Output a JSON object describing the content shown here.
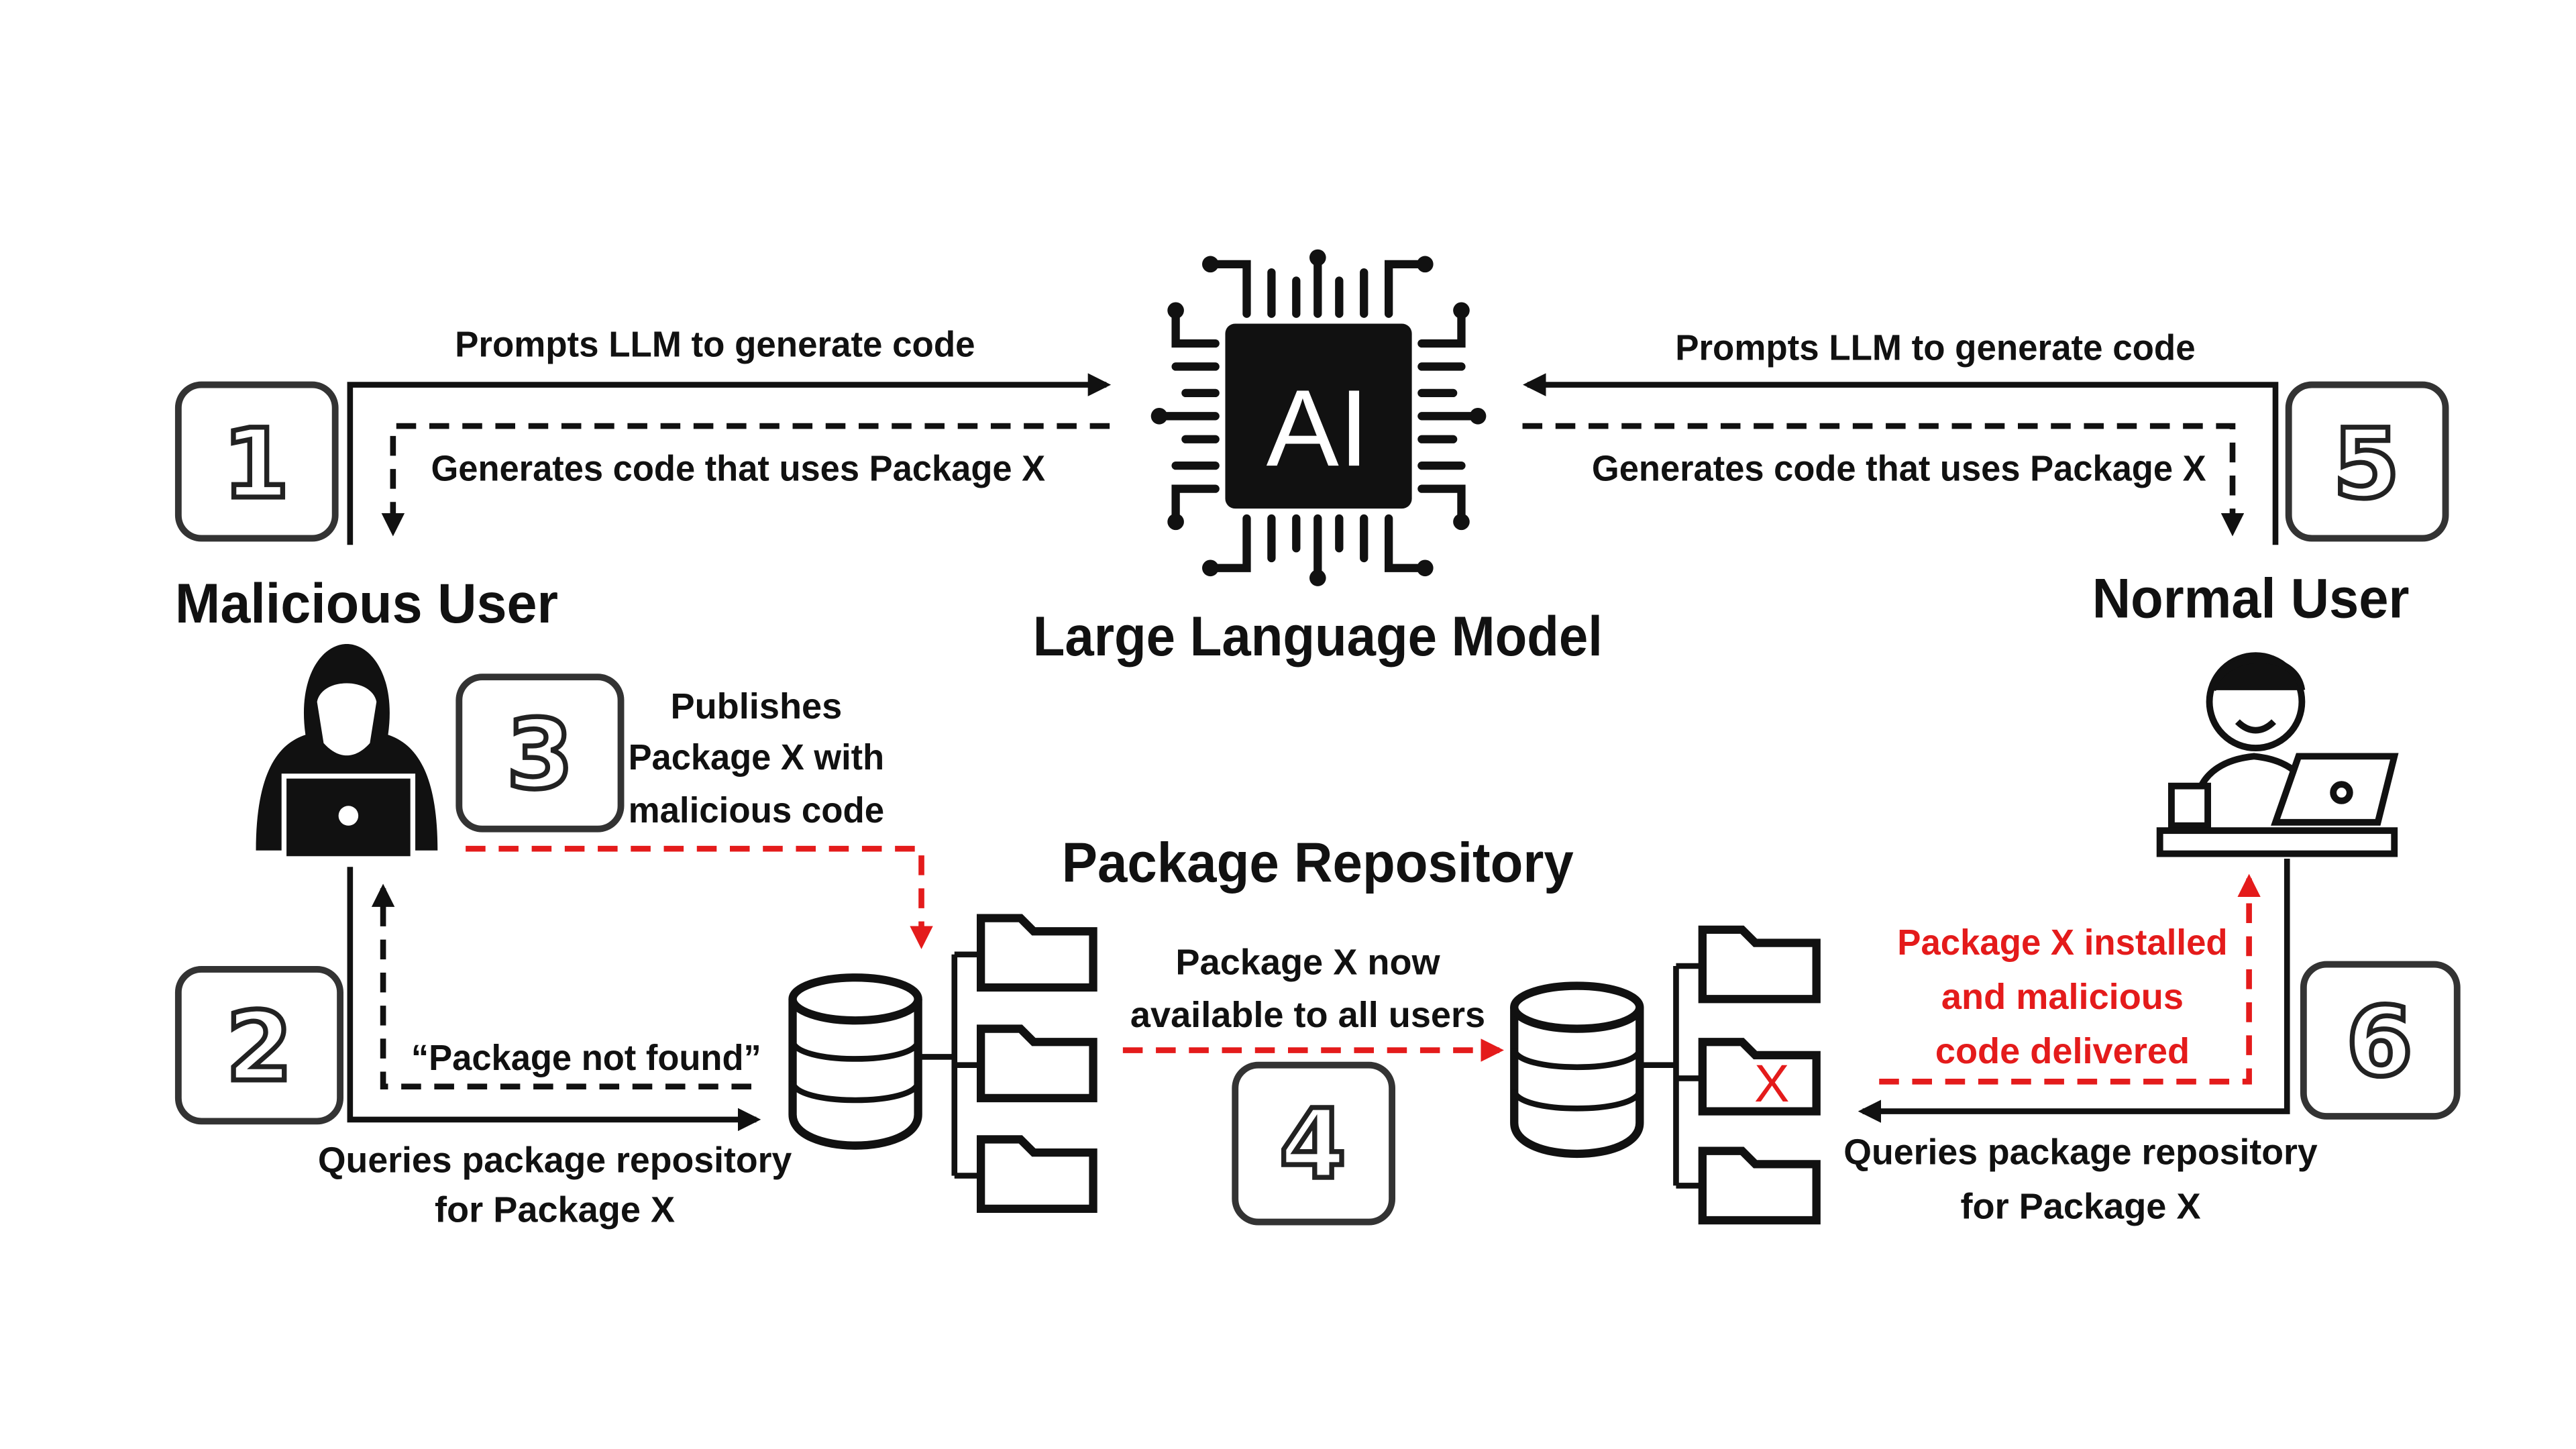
{
  "llm": {
    "title": "Large Language Model",
    "chip_label": "AI"
  },
  "malicious_user": {
    "title": "Malicious User"
  },
  "normal_user": {
    "title": "Normal User"
  },
  "repository": {
    "title": "Package Repository"
  },
  "steps": [
    "1",
    "2",
    "3",
    "4",
    "5",
    "6"
  ],
  "labels": {
    "prompt_left": "Prompts LLM to generate code",
    "generate_left": "Generates code that uses Package X",
    "prompt_right": "Prompts LLM to generate code",
    "generate_right": "Generates code that uses Package X",
    "publishes": [
      "Publishes",
      "Package X with",
      "malicious code"
    ],
    "not_found": "“Package not found”",
    "queries_left": [
      "Queries package repository",
      "for Package X"
    ],
    "available": [
      "Package X now",
      "available to all users"
    ],
    "installed": [
      "Package X installed",
      "and malicious",
      "code delivered"
    ],
    "queries_right": [
      "Queries package repository",
      "for Package X"
    ],
    "malicious_marker": "X"
  },
  "colors": {
    "accent": "#e41b1b",
    "ink": "#111111"
  }
}
